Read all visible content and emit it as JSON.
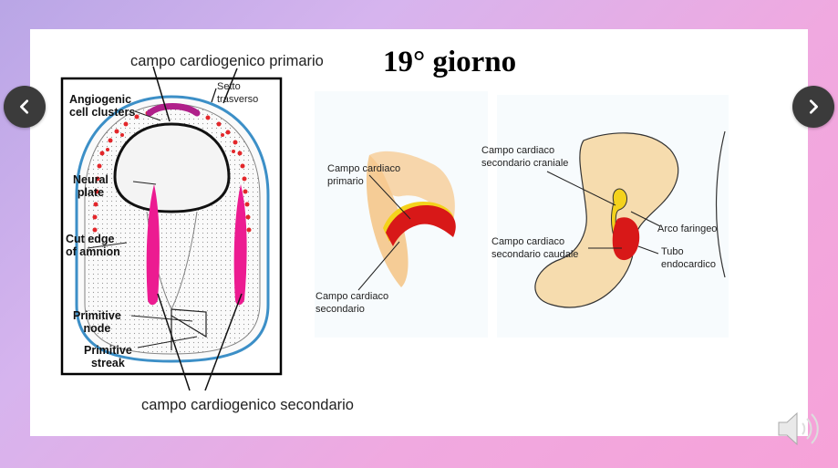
{
  "slide": {
    "title": "19° giorno",
    "label_primary_top": "campo cardiogenico primario",
    "label_secondary_bottom": "campo cardiogenico secondario"
  },
  "figure1": {
    "setto": "Setto",
    "trasverso": "trasverso",
    "angiogenic_1": "Angiogenic",
    "angiogenic_2": "cell clusters",
    "neural_1": "Neural",
    "neural_2": "plate",
    "cut_1": "Cut edge",
    "cut_2": "of amnion",
    "prim_node_1": "Primitive",
    "prim_node_2": "node",
    "prim_streak_1": "Primitive",
    "prim_streak_2": "streak"
  },
  "figure2": {
    "primario_1": "Campo cardiaco",
    "primario_2": "primario",
    "secondario_1": "Campo cardiaco",
    "secondario_2": "secondario"
  },
  "figure3": {
    "craniale_1": "Campo cardiaco",
    "craniale_2": "secondario craniale",
    "caudale_1": "Campo cardiaco",
    "caudale_2": "secondario caudale",
    "arco": "Arco faringeo",
    "tubo_1": "Tubo",
    "tubo_2": "endocardico"
  },
  "controls": {
    "prev_icon": "chevron-left-icon",
    "next_icon": "chevron-right-icon",
    "audio_icon": "speaker-icon"
  },
  "colors": {
    "nav_bg": "#3b3b3b",
    "magenta": "#e0208c",
    "red": "#d81818",
    "yellow": "#f4d21c",
    "skin": "#f6dcae"
  }
}
